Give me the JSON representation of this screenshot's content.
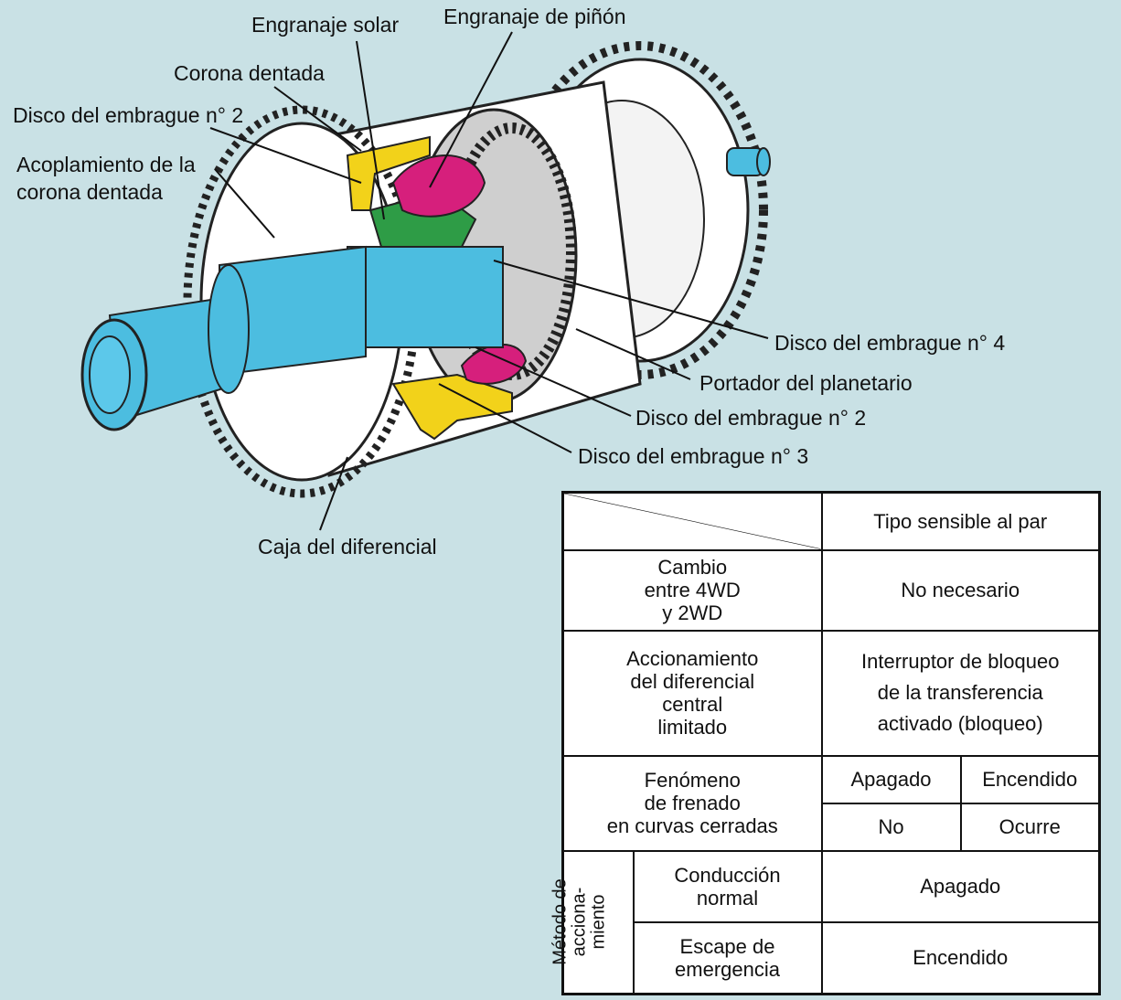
{
  "labels": {
    "sun_gear": "Engranaje solar",
    "pinion_gear": "Engranaje de piñón",
    "ring_gear": "Corona dentada",
    "clutch_disc_2_top": "Disco del embrague n° 2",
    "ring_gear_coupling": "Acoplamiento de la\ncorona dentada",
    "clutch_disc_4": "Disco del embrague n° 4",
    "planetary_carrier": "Portador del planetario",
    "clutch_disc_2_bottom": "Disco del embrague n° 2",
    "clutch_disc_3": "Disco del embrague n° 3",
    "differential_case": "Caja del diferencial"
  },
  "table": {
    "header": "Tipo sensible al par",
    "rows": {
      "switch_label": "Cambio\nentre 4WD\ny 2WD",
      "switch_value": "No necesario",
      "lsd_label": "Accionamiento\ndel diferencial\ncentral\nlimitado",
      "lsd_value": "Interruptor de bloqueo\nde la transferencia\nactivado (bloqueo)",
      "braking_label": "Fenómeno\nde frenado\nen curvas cerradas",
      "braking_off": "Apagado",
      "braking_on": "Encendido",
      "braking_off_result": "No",
      "braking_on_result": "Ocurre",
      "method_label": "Método de\nacciona-\nmiento",
      "normal_label": "Conducción\nnormal",
      "normal_value": "Apagado",
      "escape_label": "Escape de\nemergencia",
      "escape_value": "Encendido"
    }
  },
  "colors": {
    "background": "#c9e1e5",
    "shaft": "#4cbde0",
    "pinion": "#d61f7c",
    "sun": "#2e9c46",
    "clutch": "#f2d21a"
  }
}
